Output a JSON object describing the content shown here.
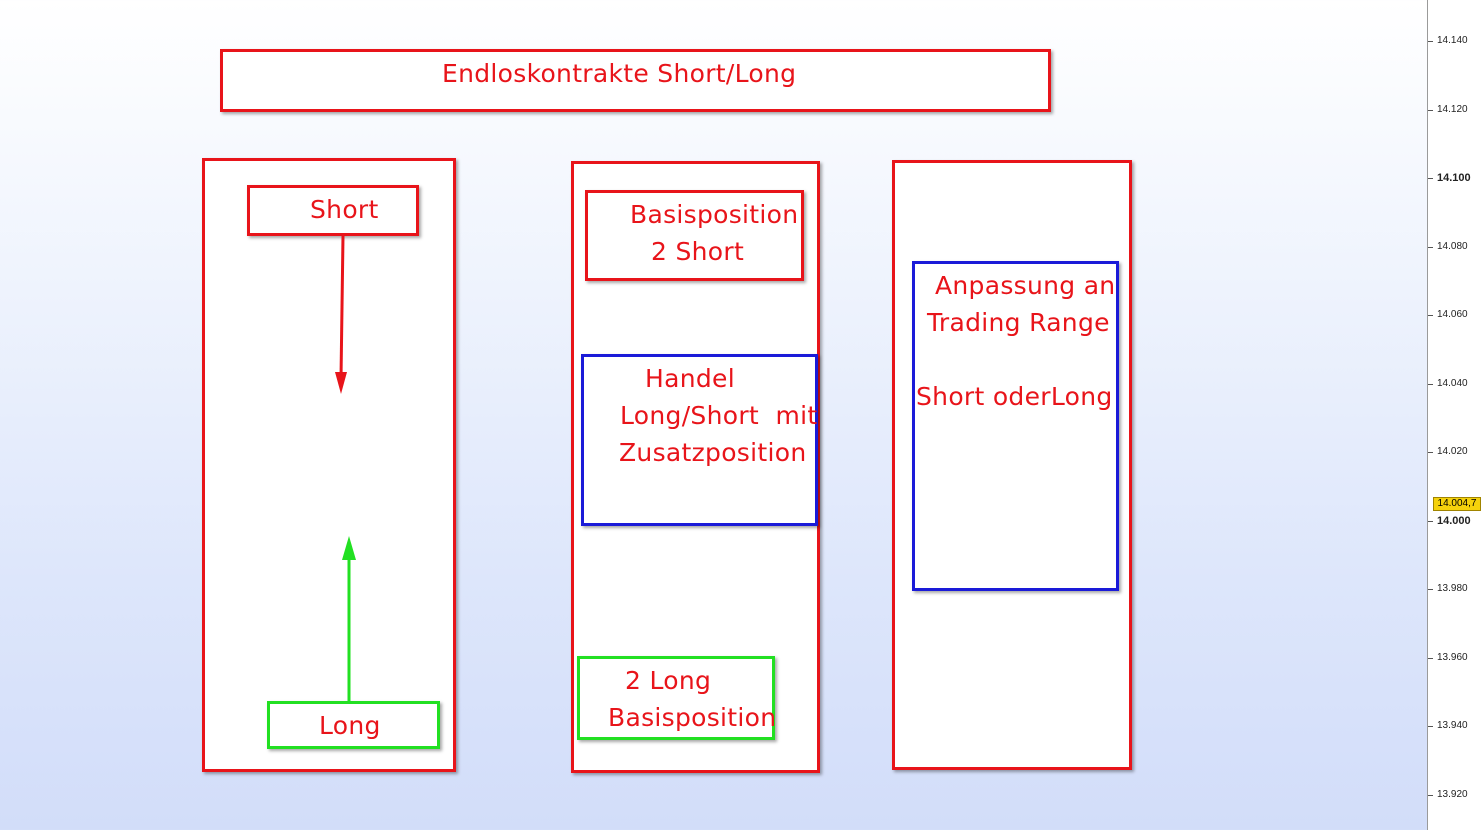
{
  "title": "Endloskontrakte Short/Long",
  "columns": {
    "left": {
      "short_label": "Short",
      "long_label": "Long"
    },
    "middle": {
      "base_short_line1": "Basisposition",
      "base_short_line2": "2 Short",
      "trade_line1": "Handel",
      "trade_line2": "Long/Short  mit",
      "trade_line3": "Zusatzposition",
      "base_long_line1": "2 Long",
      "base_long_line2": "Basisposition"
    },
    "right": {
      "range_line1": "Anpassung an",
      "range_line2": "Trading Range",
      "range_line3": "Short oderLong"
    }
  },
  "price_axis": {
    "ticks": [
      {
        "label": "14.140",
        "bold": false
      },
      {
        "label": "14.120",
        "bold": false
      },
      {
        "label": "14.100",
        "bold": true
      },
      {
        "label": "14.080",
        "bold": false
      },
      {
        "label": "14.060",
        "bold": false
      },
      {
        "label": "14.040",
        "bold": false
      },
      {
        "label": "14.020",
        "bold": false
      },
      {
        "label": "14.000",
        "bold": true
      },
      {
        "label": "13.980",
        "bold": false
      },
      {
        "label": "13.960",
        "bold": false
      },
      {
        "label": "13.940",
        "bold": false
      },
      {
        "label": "13.920",
        "bold": false
      }
    ],
    "current_price": "14.004,7"
  },
  "colors": {
    "red": "#e8141a",
    "blue": "#1a1ad8",
    "green": "#22e022",
    "price_badge": "#f5d20c"
  }
}
